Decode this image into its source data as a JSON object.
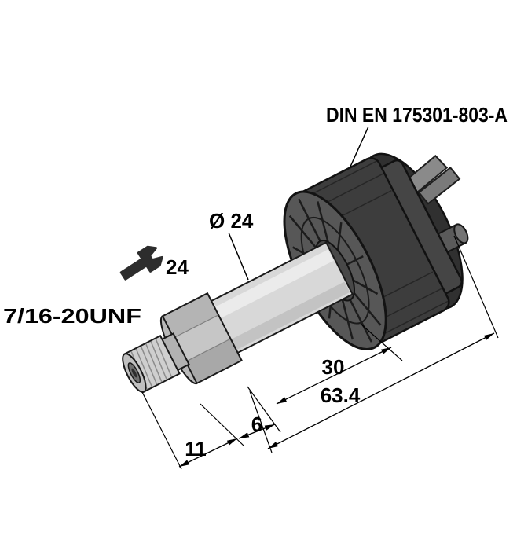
{
  "drawing": {
    "type": "technical-dimension-drawing",
    "subject": "pressure-transmitter-with-din-connector",
    "labels": {
      "din": "DIN EN 175301-803-A",
      "diameter": "Ø 24",
      "wrench_af": "24",
      "thread": "7/16-20UNF"
    },
    "dims": {
      "d30": "30",
      "d63": "63.4",
      "d6": "6",
      "d11": "11"
    },
    "colors": {
      "background": "#ffffff",
      "line": "#000000",
      "body_fill": "#d8d8d8",
      "hex_fill": "#c6c6c6",
      "thread_fill": "#cfcfcf",
      "connector_fill": "#3d3d3d"
    }
  }
}
